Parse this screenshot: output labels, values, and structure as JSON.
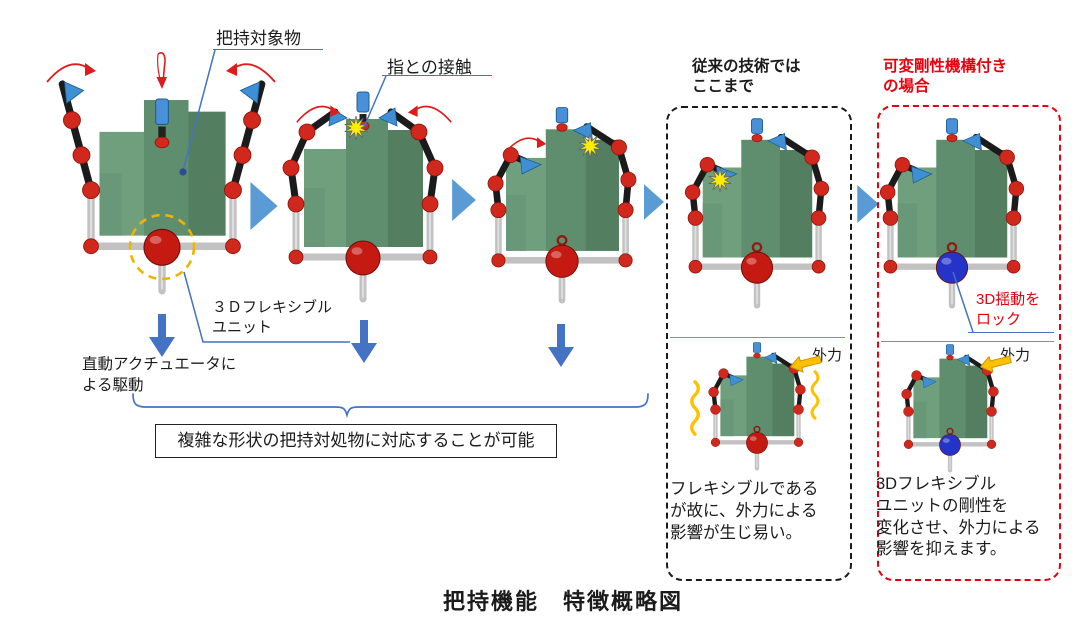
{
  "annotations": {
    "grasp_object": "把持対象物",
    "finger_contact": "指との接触",
    "flexible_unit": "３Ｄフレキシブル\nユニット",
    "actuator_drive": "直動アクチュエータに\nよる駆動",
    "capability": "複雑な形状の把持対処物に対応することが可能"
  },
  "panels": {
    "conventional": {
      "title": "従来の技術では\nここまで",
      "external_force": "外力",
      "caption": "フレキシブルである\nが故に、外力による\n影響が生じ易い。"
    },
    "variable": {
      "title": "可変剛性機構付き\nの場合",
      "lock": "3D揺動を\nロック",
      "external_force": "外力",
      "caption": "3Dフレキシブル\nユニットの剛性を\n変化させ、外力による\n影響を抑えます。"
    }
  },
  "footer": {
    "title": "把持機能　特徴概略図"
  },
  "colors": {
    "accent_blue": "#4472C4",
    "flow_arrow_blue": "#5B9BD5",
    "alert_red": "#E8000D",
    "object_green": "#6F9F7D",
    "joint_red": "#D0281C",
    "lock_unit_blue": "#2433C8",
    "force_yellow": "#FFC000",
    "contact_yellow": "#FFEE00"
  }
}
